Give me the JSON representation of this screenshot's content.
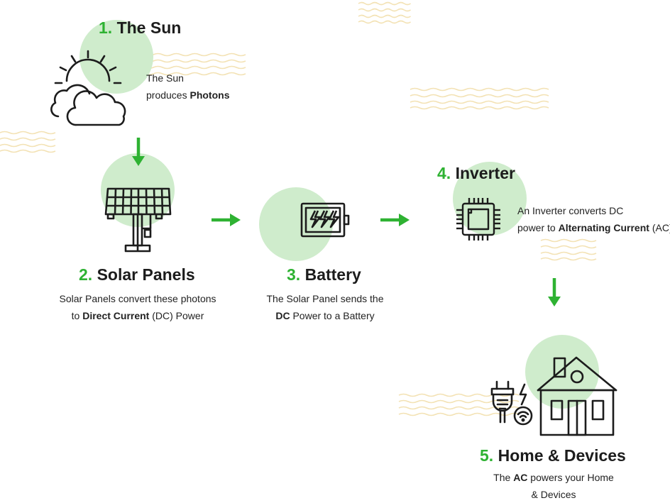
{
  "colors": {
    "accent": "#2eb232",
    "blob": "#cfeccc",
    "wave": "#f3e2b4",
    "ink": "#1c1c1c"
  },
  "steps": [
    {
      "num": "1.",
      "title": "The Sun",
      "icon": "sun-cloud-icon",
      "desc_lines": [
        {
          "pre": "The Sun",
          "bold": "",
          "post": ""
        },
        {
          "pre": "produces ",
          "bold": "Photons",
          "post": ""
        }
      ]
    },
    {
      "num": "2.",
      "title": "Solar Panels",
      "icon": "solar-panel-icon",
      "desc_lines": [
        {
          "pre": "Solar Panels convert these photons",
          "bold": "",
          "post": ""
        },
        {
          "pre": "to ",
          "bold": "Direct Current",
          "post": " (DC) Power"
        }
      ]
    },
    {
      "num": "3.",
      "title": "Battery",
      "icon": "battery-icon",
      "desc_lines": [
        {
          "pre": "The Solar Panel sends the",
          "bold": "",
          "post": ""
        },
        {
          "pre": "",
          "bold": "DC",
          "post": " Power to a Battery"
        }
      ]
    },
    {
      "num": "4.",
      "title": "Inverter",
      "icon": "chip-icon",
      "desc_lines": [
        {
          "pre": "An Inverter converts DC",
          "bold": "",
          "post": ""
        },
        {
          "pre": "power to ",
          "bold": "Alternating Current",
          "post": " (AC)"
        }
      ]
    },
    {
      "num": "5.",
      "title": "Home & Devices",
      "icon": "house-devices-icon",
      "desc_lines": [
        {
          "pre": "The ",
          "bold": "AC",
          "post": " powers your Home"
        },
        {
          "pre": "& Devices",
          "bold": "",
          "post": ""
        }
      ]
    }
  ],
  "arrows": [
    {
      "from": "The Sun",
      "to": "Solar Panels",
      "icon": "arrow-down-icon"
    },
    {
      "from": "Solar Panels",
      "to": "Battery",
      "icon": "arrow-right-icon"
    },
    {
      "from": "Battery",
      "to": "Inverter",
      "icon": "arrow-right-icon"
    },
    {
      "from": "Inverter",
      "to": "Home & Devices",
      "icon": "arrow-down-icon"
    }
  ]
}
